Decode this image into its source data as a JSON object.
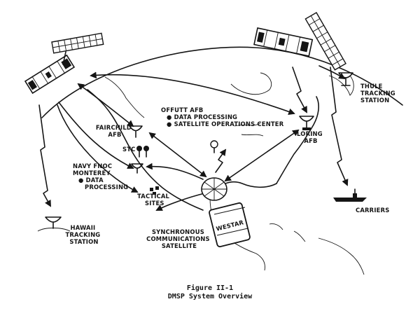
{
  "labels": {
    "thule": [
      "THULE",
      "TRACKING",
      "STATION"
    ],
    "offutt": [
      "OFFUTT AFB",
      "● DATA PROCESSING",
      "● SATELLITE OPERATIONS CENTER"
    ],
    "fairchild": [
      "FAIRCHILD",
      "AFB"
    ],
    "stc": "STC",
    "loring": [
      "LORING",
      "AFB"
    ],
    "navy": [
      "NAVY FNOC",
      "MONTEREY",
      "● DATA",
      "PROCESSING"
    ],
    "tactical": [
      "TACTICAL",
      "SITES"
    ],
    "carriers": "CARRIERS",
    "hawaii": [
      "HAWAII",
      "TRACKING",
      "STATION"
    ],
    "synchronous": [
      "SYNCHRONOUS",
      "COMMUNICATIONS",
      "SATELLITE"
    ],
    "westar": "WESTAR"
  },
  "caption": {
    "figure": "Figure II-1",
    "title": "DMSP System Overview"
  }
}
